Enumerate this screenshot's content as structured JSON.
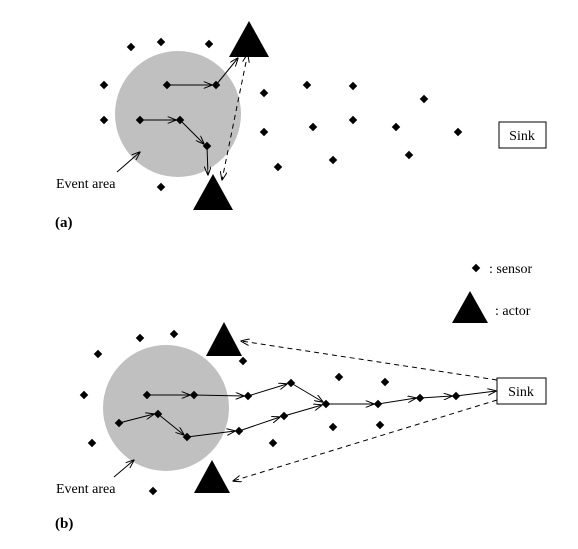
{
  "panels": {
    "a": {
      "label": "(a)",
      "event_area_label": "Event area",
      "sink_label": "Sink"
    },
    "b": {
      "label": "(b)",
      "event_area_label": "Event area",
      "sink_label": "Sink"
    }
  },
  "legend": {
    "sensor_label": ": sensor",
    "actor_label": ": actor"
  },
  "colors": {
    "event_area": "#c0c0c0",
    "node": "#000000",
    "background": "#ffffff"
  }
}
